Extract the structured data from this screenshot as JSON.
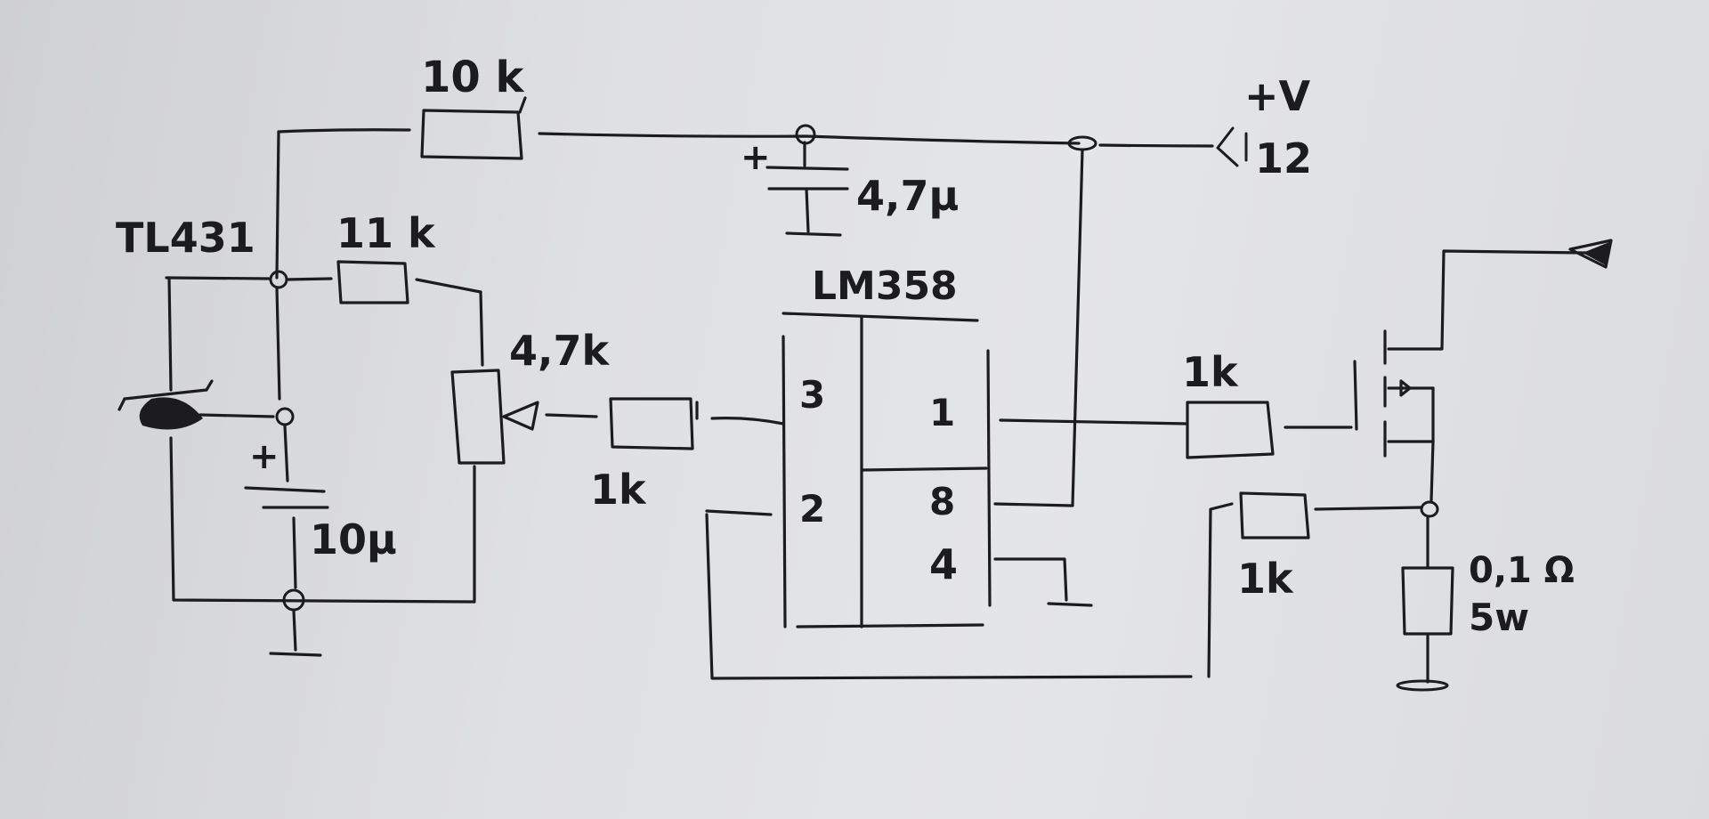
{
  "schematic": {
    "ic_name": "LM358",
    "ref_name": "TL431",
    "supply": {
      "symbol": "+V",
      "value": "12"
    },
    "components": {
      "r_top": "10 k",
      "r_ref": "11 k",
      "pot": "4,7k",
      "cap_supply": "4,7μ",
      "cap_supply_pol": "+",
      "cap_ref": "10μ",
      "cap_ref_pol": "+",
      "r_in": "1k",
      "r_gate": "1k",
      "r_fb": "1k",
      "r_shunt_value": "0,1 Ω",
      "r_shunt_power": "5w"
    },
    "pins": {
      "p3": "3",
      "p2": "2",
      "p1": "1",
      "p8": "8",
      "p4": "4"
    }
  }
}
